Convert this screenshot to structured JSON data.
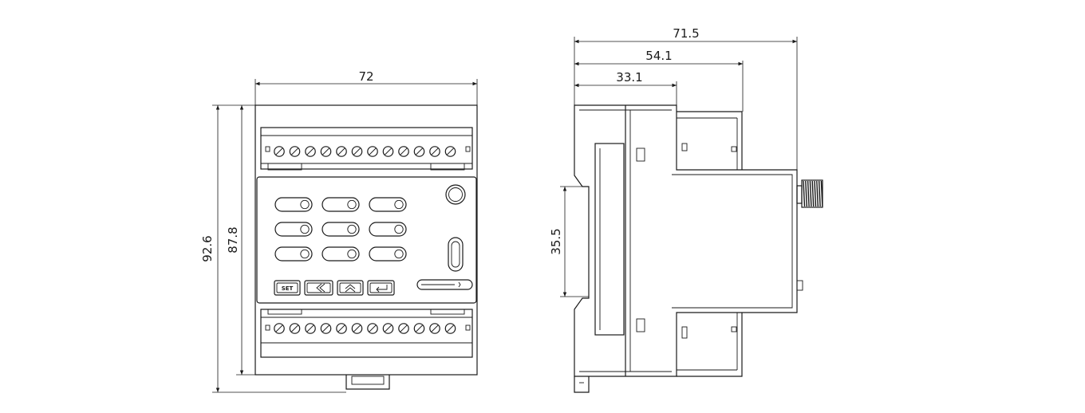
{
  "front_view": {
    "dimensions": {
      "width": "72",
      "height_total": "92.6",
      "height_body": "87.8"
    },
    "buttons": {
      "set": "SET"
    }
  },
  "side_view": {
    "dimensions": {
      "depth_total": "71.5",
      "depth_mid": "54.1",
      "depth_front": "33.1",
      "rail_height": "35.5"
    }
  }
}
